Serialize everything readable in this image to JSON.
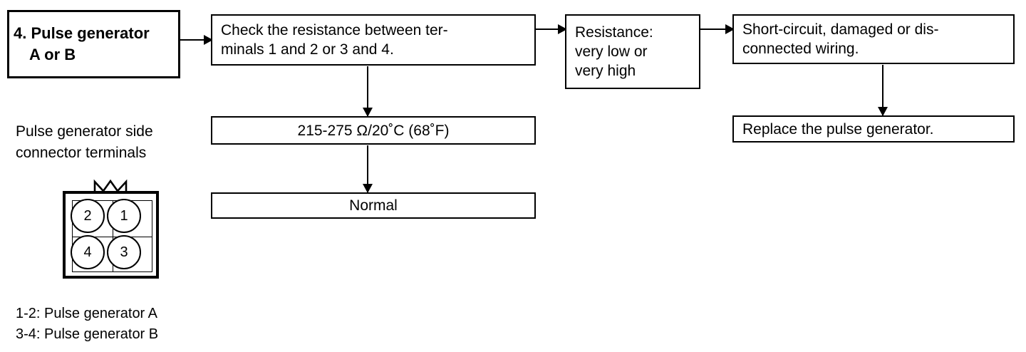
{
  "diagram": {
    "title_box": {
      "line1": "4. Pulse generator",
      "line2": "A or B"
    },
    "check_box": {
      "line1": "Check the resistance between ter-",
      "line2": "minals 1 and 2 or 3 and 4."
    },
    "resistance_box": {
      "line1": "Resistance:",
      "line2": "very low or",
      "line3": "very high"
    },
    "fault_box": {
      "line1": "Short-circuit, damaged or dis-",
      "line2": "connected wiring."
    },
    "spec_box": {
      "line1": "215-275 Ω/20˚C (68˚F)"
    },
    "normal_box": {
      "line1": "Normal"
    },
    "replace_box": {
      "line1": "Replace the pulse generator."
    },
    "connector_caption": {
      "line1": "Pulse generator side",
      "line2": "connector terminals"
    },
    "connector": {
      "pins": [
        {
          "id": "pin-2",
          "label": "2"
        },
        {
          "id": "pin-1",
          "label": "1"
        },
        {
          "id": "pin-4",
          "label": "4"
        },
        {
          "id": "pin-3",
          "label": "3"
        }
      ]
    },
    "legend": {
      "line1": "1-2: Pulse generator A",
      "line2": "3-4: Pulse generator B"
    },
    "colors": {
      "ink": "#000000",
      "paper": "#ffffff"
    }
  }
}
